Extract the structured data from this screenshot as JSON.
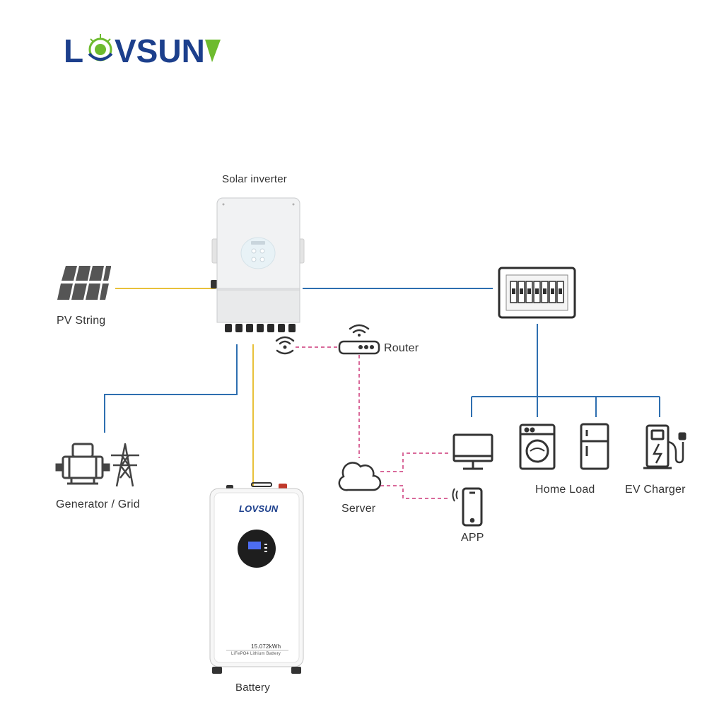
{
  "brand": {
    "name": "LOVSUN",
    "logo_letters": [
      "L",
      "VSUN"
    ],
    "primary_color": "#1c3f8c",
    "accent_color": "#6dbb2e"
  },
  "labels": {
    "solar_inverter": "Solar inverter",
    "pv_string": "PV String",
    "router": "Router",
    "generator_grid": "Generator / Grid",
    "server": "Server",
    "app": "APP",
    "home_load": "Home Load",
    "ev_charger": "EV Charger",
    "battery": "Battery"
  },
  "battery_panel": {
    "logo": "LOVSUN",
    "capacity": "15.072kWh",
    "chemistry": "LiFePO4 Lithium Battery"
  },
  "connection_colors": {
    "dc_power": "#e8c13a",
    "ac_power": "#2e6fb0",
    "data_link": "#d9699a"
  }
}
